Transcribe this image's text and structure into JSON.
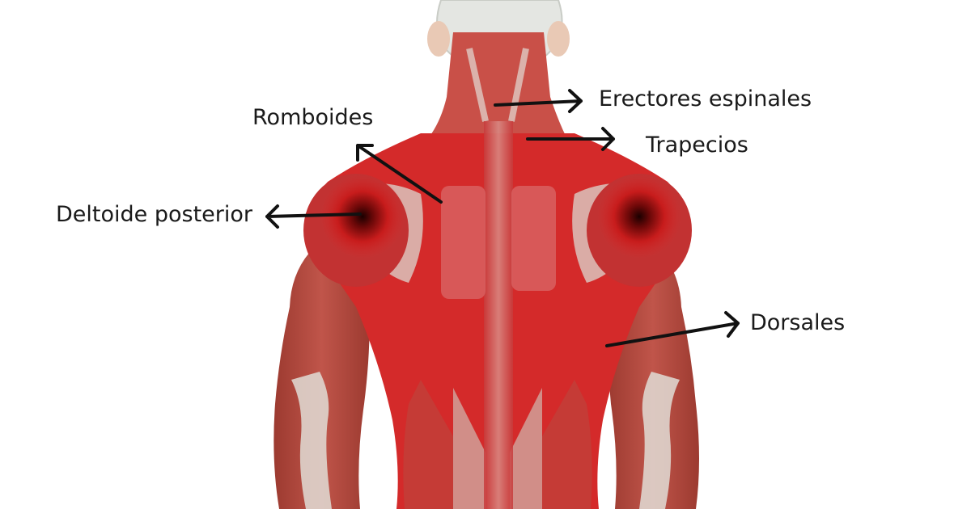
{
  "labels": {
    "romboides": "Romboides",
    "erectores": "Erectores espinales",
    "trapecios": "Trapecios",
    "deltoide": "Deltoide posterior",
    "dorsales": "Dorsales"
  },
  "colors": {
    "highlight": "#e02020",
    "muscle": "#b5473c",
    "tendon": "#dcdcd6",
    "arrow": "#111111",
    "background": "#ffffff"
  }
}
